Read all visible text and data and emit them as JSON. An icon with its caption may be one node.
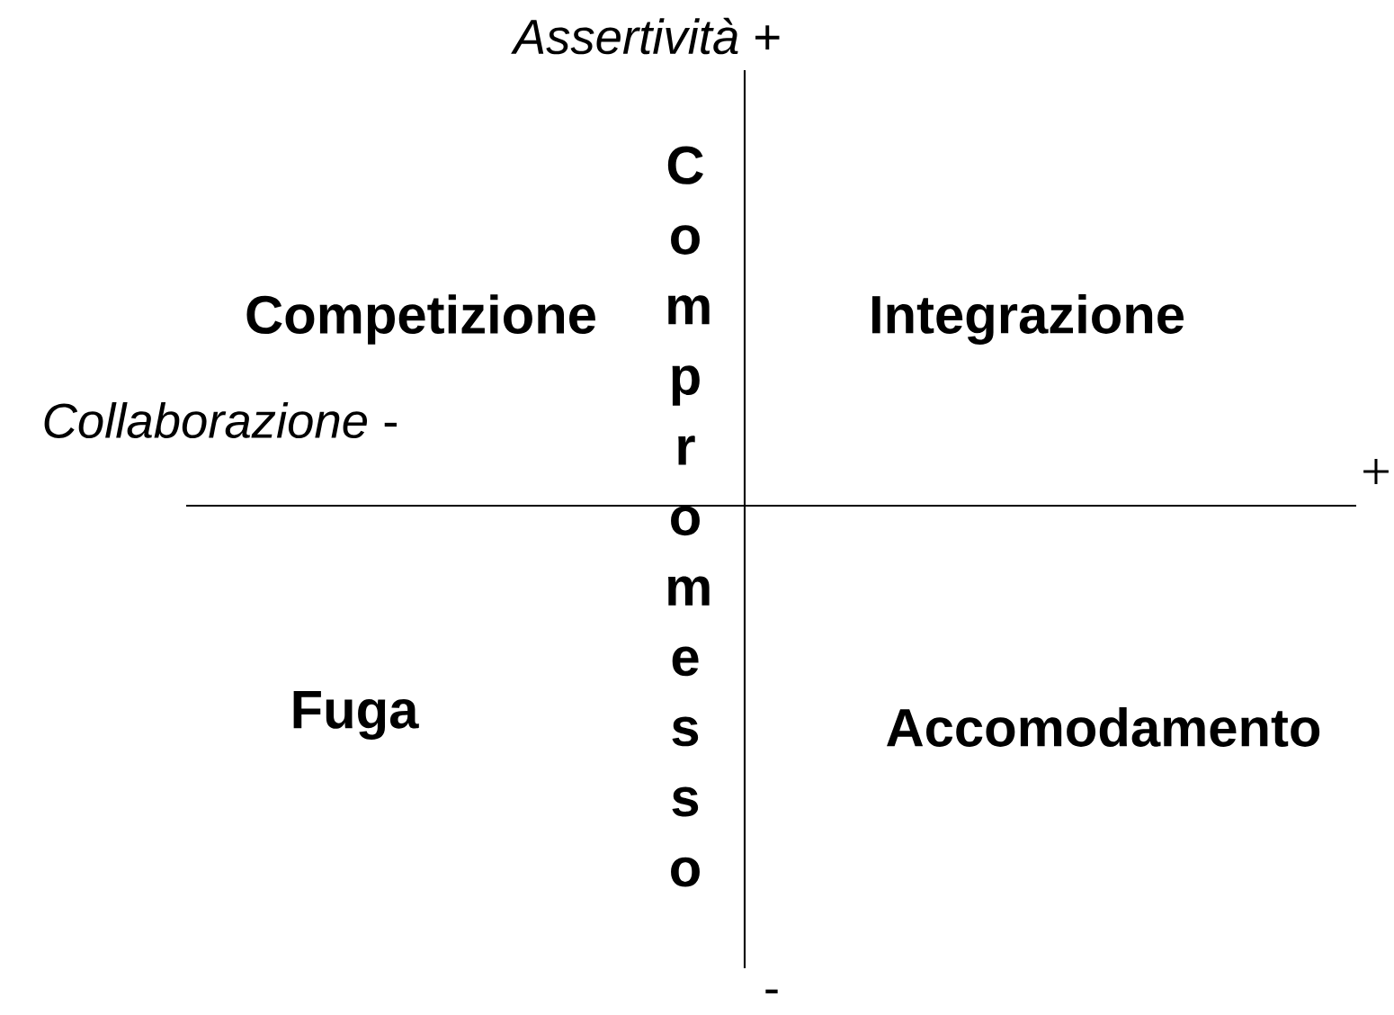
{
  "diagram": {
    "labels": [
      "*Assertività* +",
      "Competizione",
      "Compromesso",
      "Integrazione",
      "*Collaborazione* -",
      "+",
      "Fuga",
      "Accomodamento",
      "-"
    ]
  }
}
